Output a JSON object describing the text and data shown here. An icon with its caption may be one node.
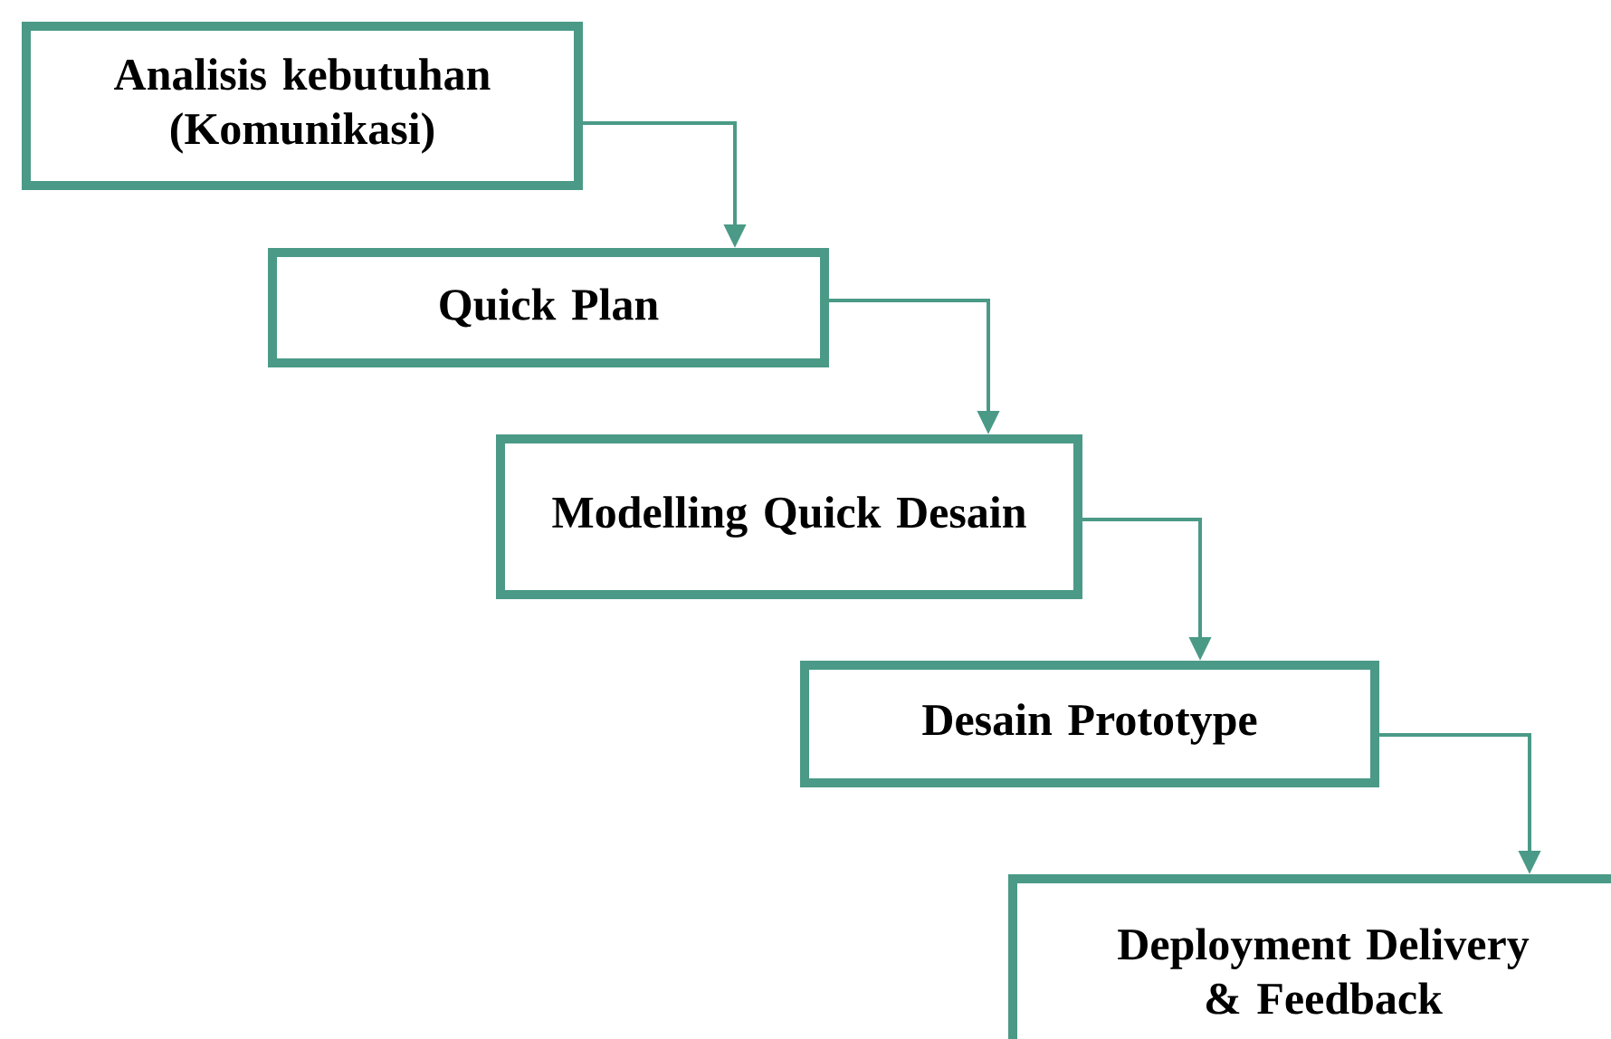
{
  "diagram": {
    "nodes": [
      {
        "text": [
          "Analisis kebutuhan (Komunikasi)"
        ]
      },
      {
        "text": [
          "Quick Plan"
        ]
      },
      {
        "text": [
          "Modelling Quick Desain"
        ]
      },
      {
        "text": [
          "Desain Prototype"
        ]
      },
      {
        "text": [
          "Deployment Delivery & Feedback"
        ]
      }
    ],
    "edges": [
      {
        "from": 0,
        "to": 1,
        "arrow": "to"
      },
      {
        "from": 1,
        "to": 2,
        "arrow": "to"
      },
      {
        "from": 2,
        "to": 3,
        "arrow": "to"
      },
      {
        "from": 3,
        "to": 4,
        "arrow": "to"
      }
    ]
  }
}
